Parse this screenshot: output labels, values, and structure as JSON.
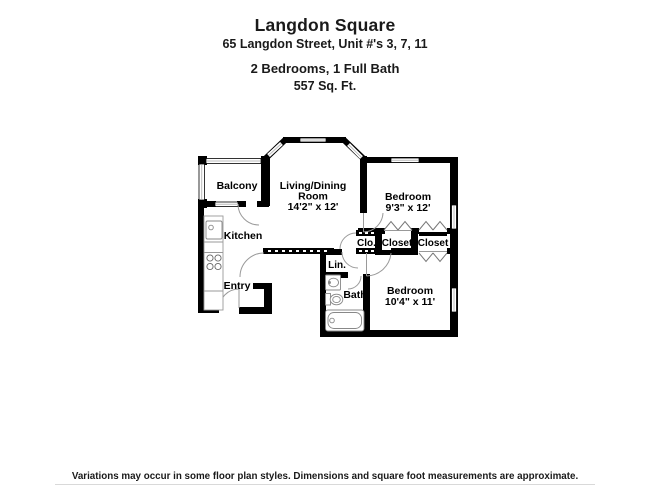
{
  "header": {
    "title": "Langdon Square",
    "address": "65 Langdon Street, Unit #'s 3, 7, 11",
    "beds_baths": "2 Bedrooms, 1 Full Bath",
    "sqft": "557 Sq. Ft."
  },
  "rooms": {
    "balcony": "Balcony",
    "living_line1": "Living/Dining",
    "living_line2": "Room",
    "living_dims": "14'2\" x 12'",
    "bedroom1": "Bedroom",
    "bedroom1_dims": "9'3\" x 12'",
    "kitchen": "Kitchen",
    "entry": "Entry",
    "clo": "Clo.",
    "closet_mid": "Closet",
    "closet_right": "Closet",
    "lin": "Lin.",
    "bath": "Bath",
    "bedroom2": "Bedroom",
    "bedroom2_dims": "10'4\" x 11'"
  },
  "footer": {
    "disclaimer": "Variations may occur in some floor plan styles. Dimensions and square foot measurements are approximate."
  },
  "colors": {
    "wall": "#000000",
    "window_glass": "#bbbbbb",
    "fixture": "#888888",
    "door_arc": "#9a9a9a"
  }
}
